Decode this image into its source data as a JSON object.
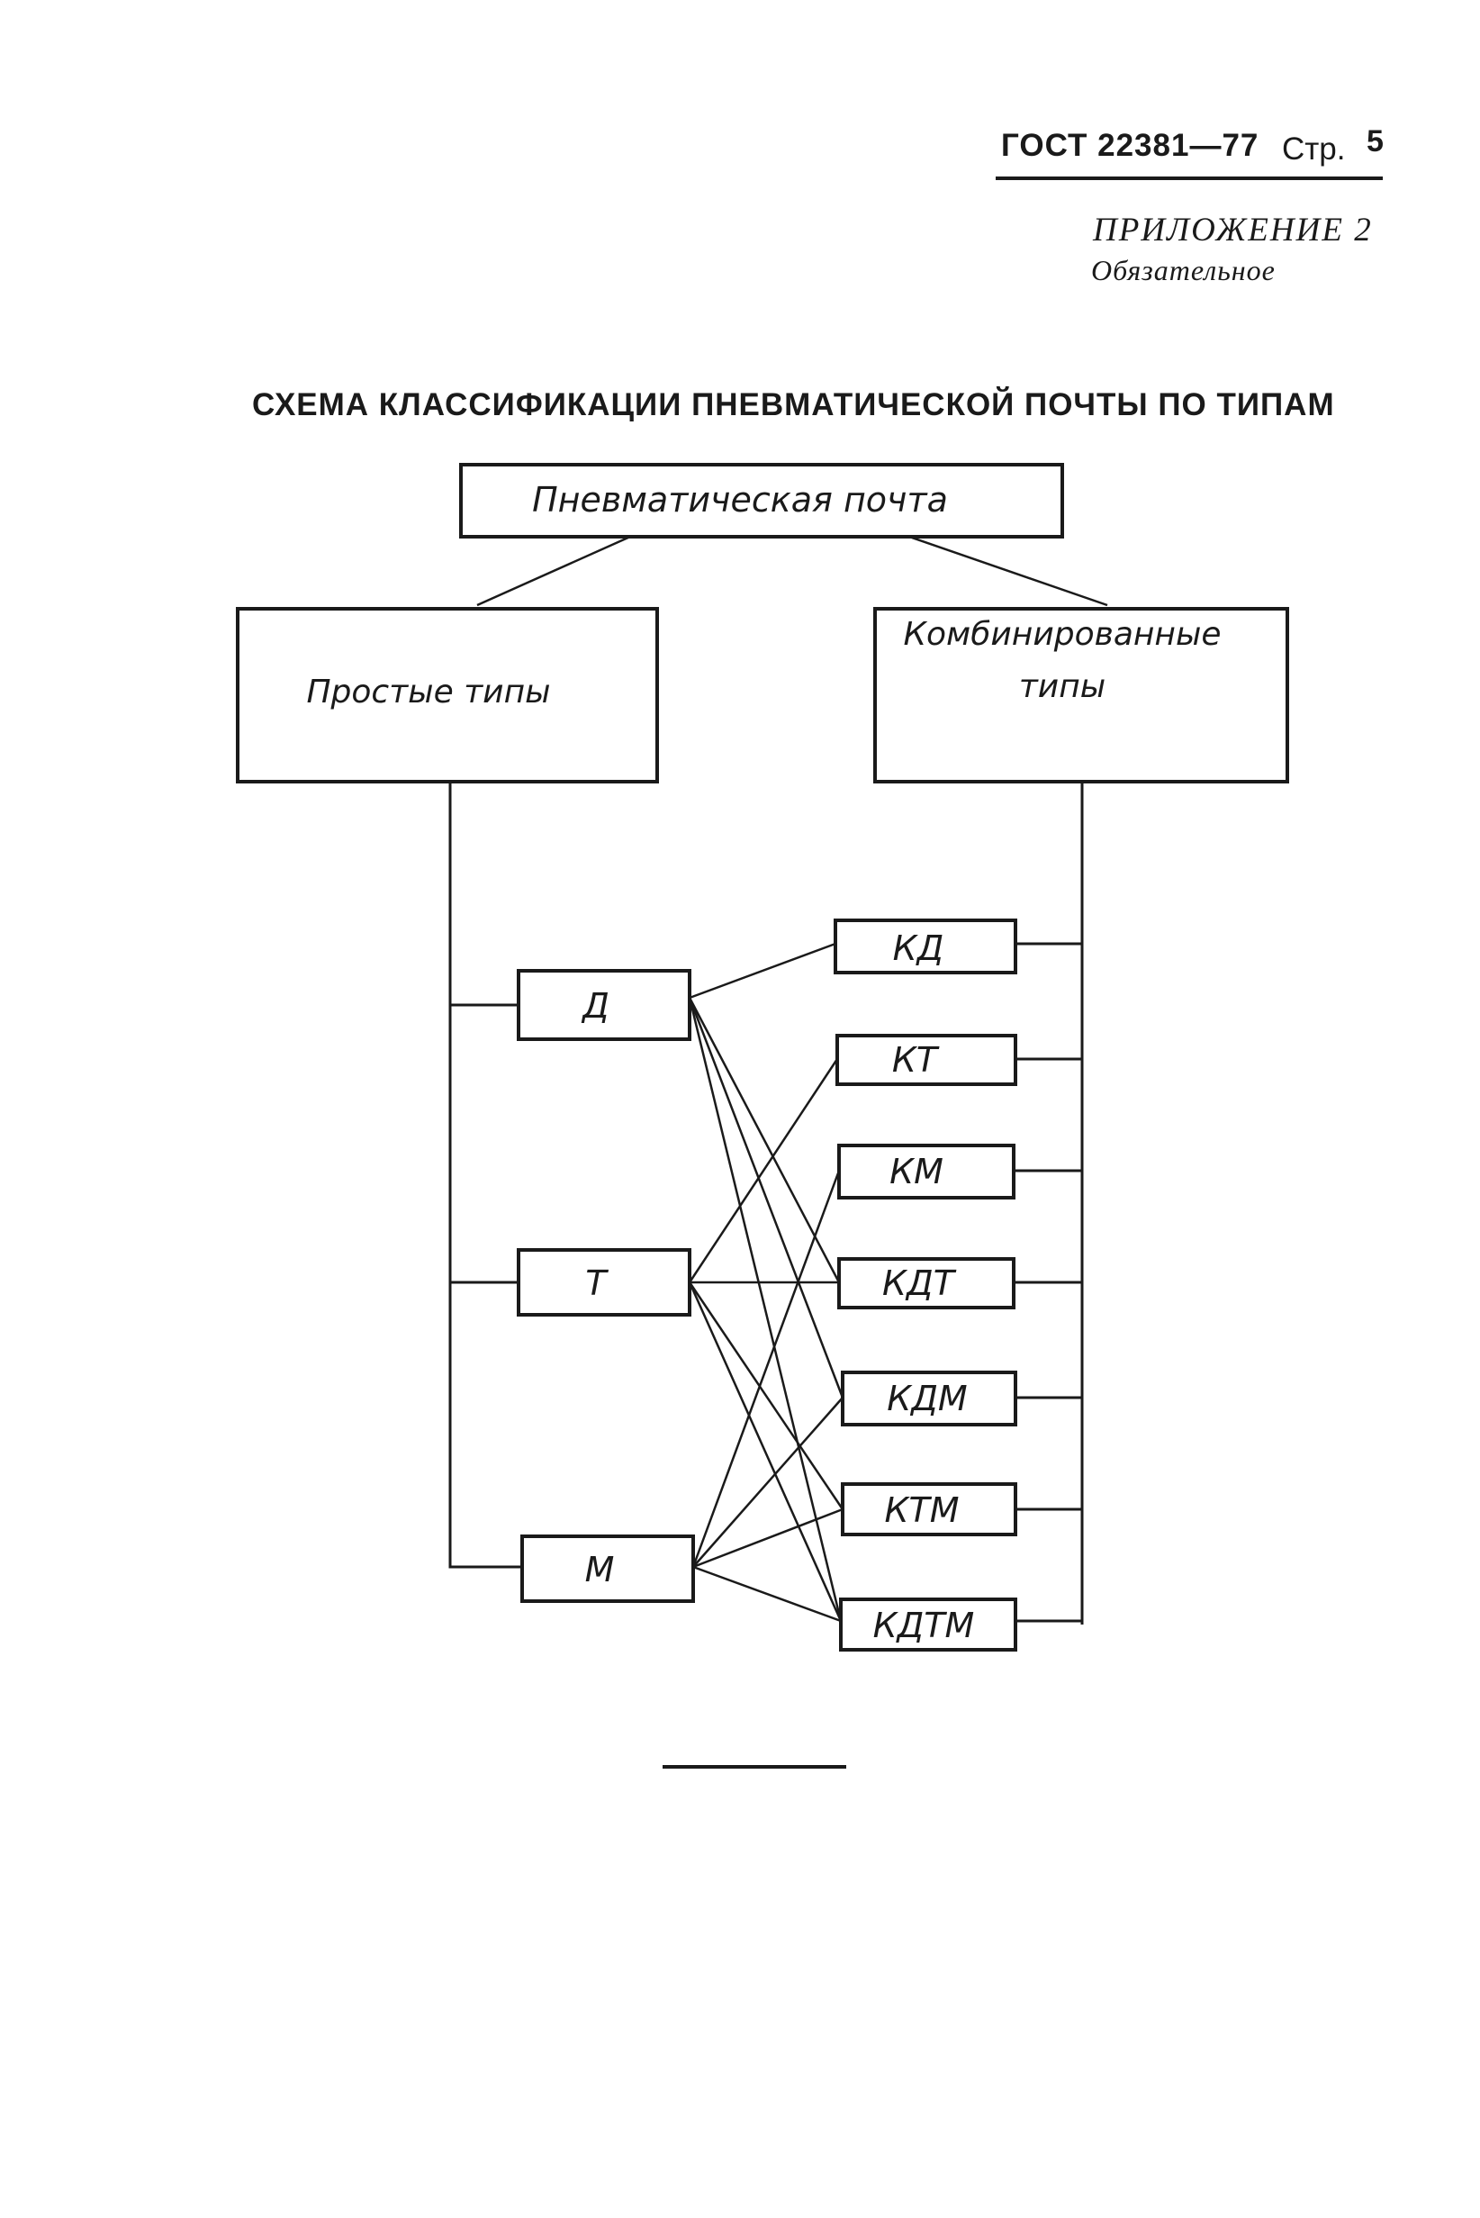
{
  "header": {
    "doc_number": "ГОСТ 22381—77",
    "page_label": "Стр.",
    "page_number": "5"
  },
  "appendix": {
    "title": "ПРИЛОЖЕНИЕ 2",
    "status": "Обязательное"
  },
  "scheme": {
    "title": "СХЕМА КЛАССИФИКАЦИИ ПНЕВМАТИЧЕСКОЙ ПОЧТЫ ПО ТИПАМ",
    "root": "Пневматическая почта",
    "simple_group": "Простые типы",
    "combined_group": [
      "Комбинированные",
      "типы"
    ],
    "simple_types": [
      "Д",
      "Т",
      "М"
    ],
    "combined_types": [
      "КД",
      "КТ",
      "КМ",
      "КДТ",
      "КДМ",
      "КТМ",
      "КДТМ"
    ],
    "links": [
      [
        "Д",
        "КД"
      ],
      [
        "Д",
        "КДТ"
      ],
      [
        "Д",
        "КДМ"
      ],
      [
        "Д",
        "КДТМ"
      ],
      [
        "Т",
        "КТ"
      ],
      [
        "Т",
        "КДТ"
      ],
      [
        "Т",
        "КТМ"
      ],
      [
        "Т",
        "КДТМ"
      ],
      [
        "М",
        "КМ"
      ],
      [
        "М",
        "КДМ"
      ],
      [
        "М",
        "КТМ"
      ],
      [
        "М",
        "КДТМ"
      ]
    ]
  }
}
